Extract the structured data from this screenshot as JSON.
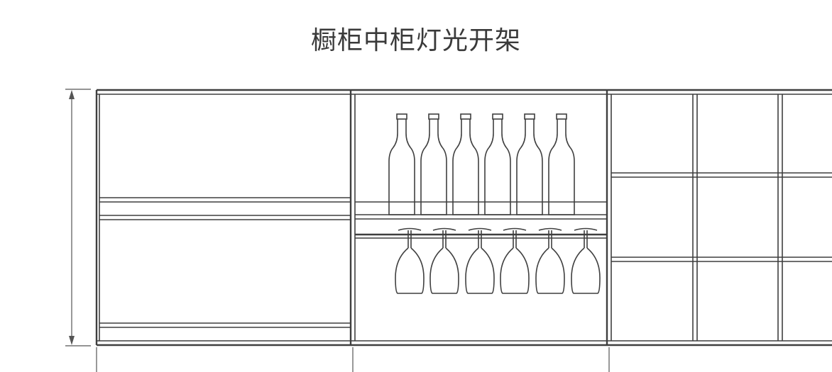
{
  "title": "橱柜中柜灯光开架",
  "diagram": {
    "bottle_count": 6,
    "glass_count": 6,
    "right_cabinet_rows": 3,
    "right_cabinet_cols_visible": 3
  }
}
